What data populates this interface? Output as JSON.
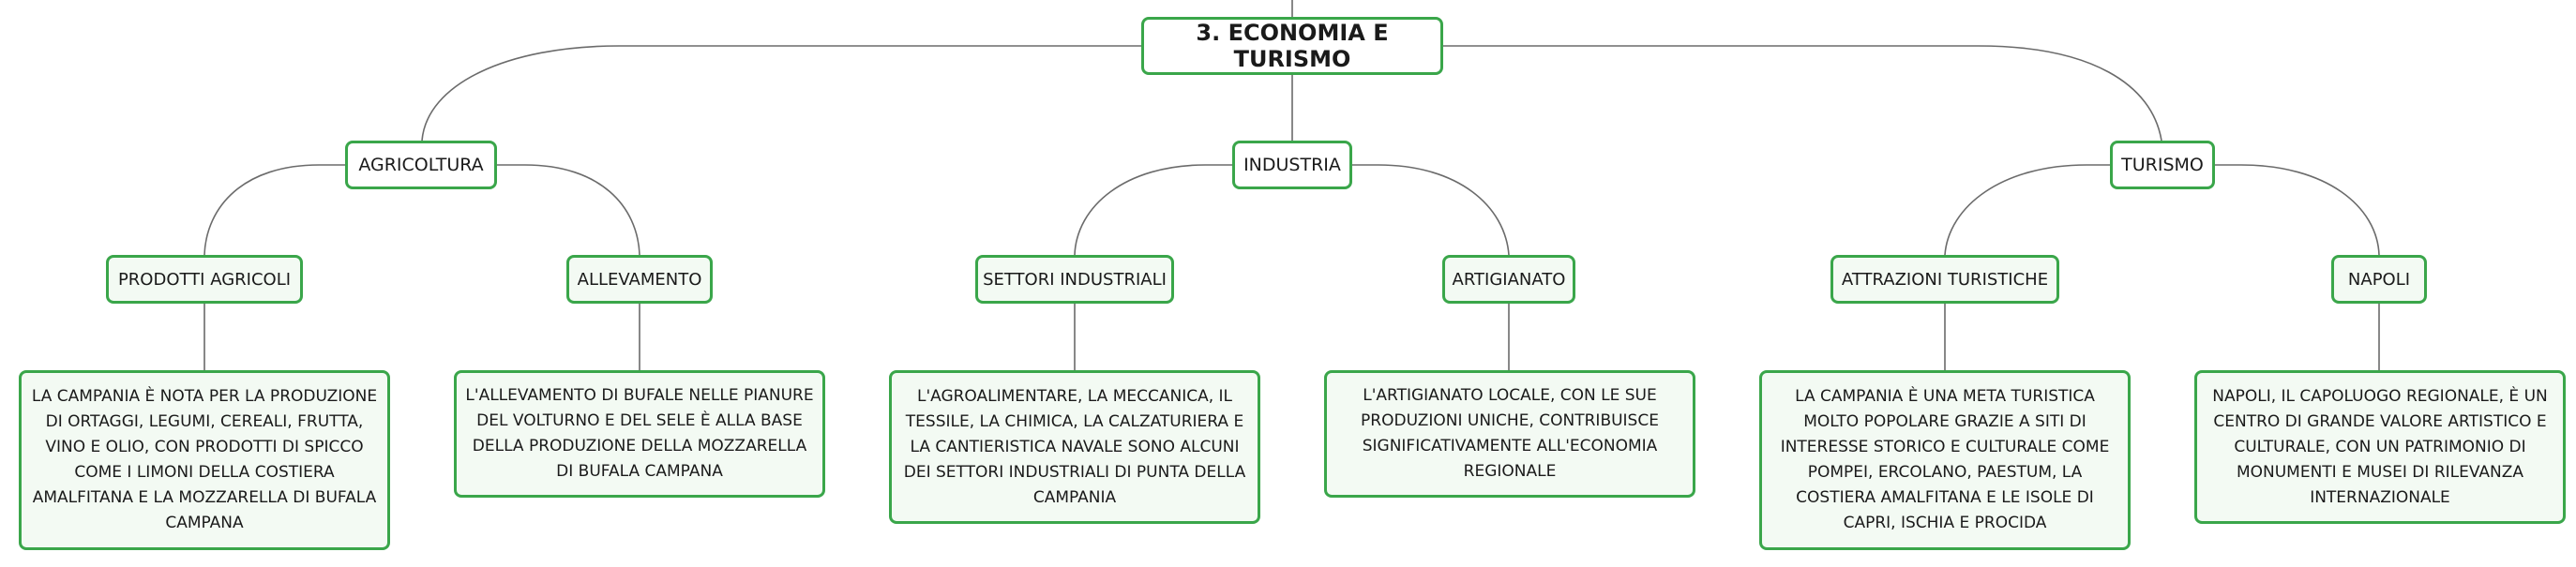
{
  "root": {
    "label": "3. ECONOMIA E TURISMO"
  },
  "branches": [
    {
      "label": "AGRICOLTURA",
      "children": [
        {
          "label": "PRODOTTI AGRICOLI",
          "text": "LA CAMPANIA È NOTA PER LA PRODUZIONE DI ORTAGGI, LEGUMI, CEREALI, FRUTTA, VINO E OLIO, CON PRODOTTI DI SPICCO COME I LIMONI DELLA COSTIERA AMALFITANA E LA MOZZARELLA DI BUFALA CAMPANA"
        },
        {
          "label": "ALLEVAMENTO",
          "text": "L'ALLEVAMENTO DI BUFALE NELLE PIANURE DEL VOLTURNO E DEL SELE È ALLA BASE DELLA PRODUZIONE DELLA MOZZARELLA DI BUFALA CAMPANA"
        }
      ]
    },
    {
      "label": "INDUSTRIA",
      "children": [
        {
          "label": "SETTORI INDUSTRIALI",
          "text": "L'AGROALIMENTARE, LA MECCANICA, IL TESSILE, LA CHIMICA, LA CALZATURIERA E LA CANTIERISTICA NAVALE SONO ALCUNI DEI SETTORI INDUSTRIALI DI PUNTA DELLA CAMPANIA"
        },
        {
          "label": "ARTIGIANATO",
          "text": "L'ARTIGIANATO LOCALE, CON LE SUE PRODUZIONI UNICHE, CONTRIBUISCE SIGNIFICATIVAMENTE ALL'ECONOMIA REGIONALE"
        }
      ]
    },
    {
      "label": "TURISMO",
      "children": [
        {
          "label": "ATTRAZIONI TURISTICHE",
          "text": "LA CAMPANIA È UNA META TURISTICA MOLTO POPOLARE GRAZIE A SITI DI INTERESSE STORICO E CULTURALE COME POMPEI, ERCOLANO, PAESTUM, LA COSTIERA AMALFITANA E LE ISOLE DI CAPRI, ISCHIA E PROCIDA"
        },
        {
          "label": "NAPOLI",
          "text": "NAPOLI, IL CAPOLUOGO REGIONALE, È UN CENTRO DI GRANDE VALORE ARTISTICO E CULTURALE, CON UN PATRIMONIO DI MONUMENTI E MUSEI DI RILEVANZA INTERNAZIONALE"
        }
      ]
    }
  ],
  "colors": {
    "node_border": "#3aa64a",
    "leaf_fill": "#f3faf3",
    "connector": "#6b6b6b"
  }
}
